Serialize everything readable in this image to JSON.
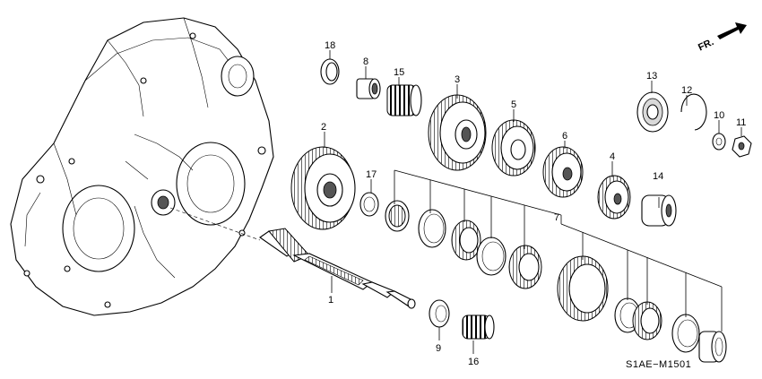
{
  "diagram": {
    "code": "S1AE−M1501",
    "direction_label": "FR.",
    "callouts": {
      "c1": "1",
      "c2": "2",
      "c3": "3",
      "c4": "4",
      "c5": "5",
      "c6": "6",
      "c7": "7",
      "c8": "8",
      "c9": "9",
      "c10": "10",
      "c11": "11",
      "c12": "12",
      "c13": "13",
      "c14": "14",
      "c15": "15",
      "c16": "16",
      "c17": "17",
      "c18": "18"
    }
  }
}
